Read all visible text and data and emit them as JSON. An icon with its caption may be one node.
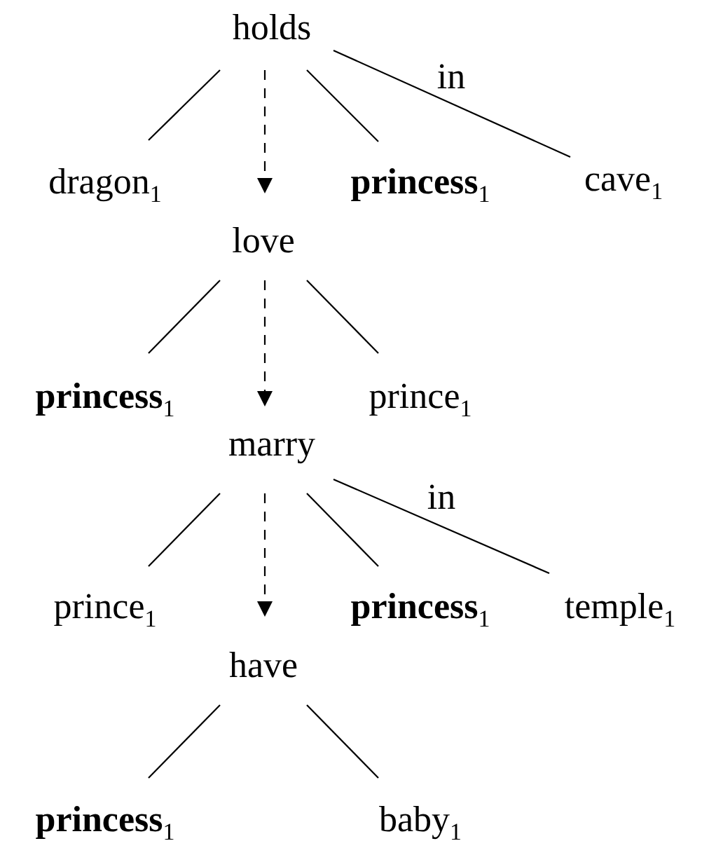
{
  "diagram": {
    "nodes": [
      {
        "text": [
          "holds"
        ]
      },
      {
        "text": [
          "dragon$_{1}$"
        ]
      },
      {
        "text": [
          "**princess**$_{1}$"
        ]
      },
      {
        "text": [
          "cave$_{1}$"
        ]
      },
      {
        "text": [
          "love"
        ]
      },
      {
        "text": [
          "**princess**$_{1}$"
        ]
      },
      {
        "text": [
          "prince$_{1}$"
        ]
      },
      {
        "text": [
          "marry"
        ]
      },
      {
        "text": [
          "prince$_{1}$"
        ]
      },
      {
        "text": [
          "**princess**$_{1}$"
        ]
      },
      {
        "text": [
          "temple$_{1}$"
        ]
      },
      {
        "text": [
          "have"
        ]
      },
      {
        "text": [
          "**princess**$_{1}$"
        ]
      },
      {
        "text": [
          "baby$_{1}$"
        ]
      }
    ],
    "edges": [
      {
        "from": 0,
        "to": 1,
        "arrow": "none"
      },
      {
        "from": 0,
        "to": 4,
        "arrow": "to",
        "style": "dashed"
      },
      {
        "from": 0,
        "to": 2,
        "arrow": "none"
      },
      {
        "from": 0,
        "to": 3,
        "arrow": "none",
        "label": "in"
      },
      {
        "from": 4,
        "to": 5,
        "arrow": "none"
      },
      {
        "from": 4,
        "to": 7,
        "arrow": "to",
        "style": "dashed"
      },
      {
        "from": 4,
        "to": 6,
        "arrow": "none"
      },
      {
        "from": 7,
        "to": 8,
        "arrow": "none"
      },
      {
        "from": 7,
        "to": 11,
        "arrow": "to",
        "style": "dashed"
      },
      {
        "from": 7,
        "to": 9,
        "arrow": "none"
      },
      {
        "from": 7,
        "to": 10,
        "arrow": "none",
        "label": "in"
      },
      {
        "from": 11,
        "to": 12,
        "arrow": "none"
      },
      {
        "from": 11,
        "to": 13,
        "arrow": "none"
      }
    ]
  }
}
